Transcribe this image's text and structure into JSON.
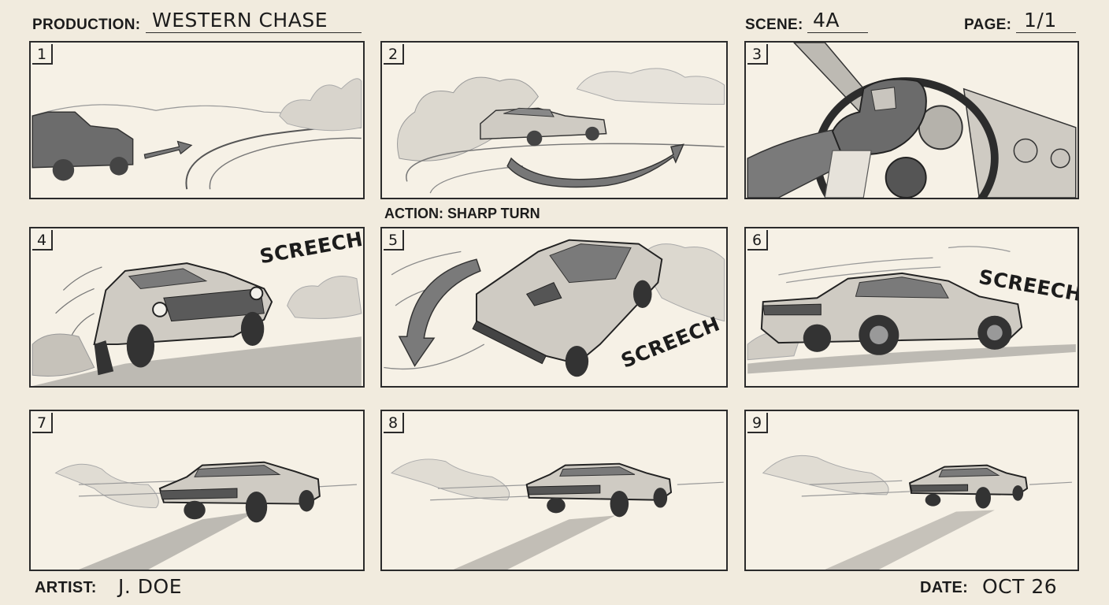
{
  "header": {
    "production_label": "PRODUCTION:",
    "production_value": "WESTERN CHASE",
    "scene_label": "SCENE:",
    "scene_value": "4A",
    "page_label": "PAGE:",
    "page_value": "1/1"
  },
  "action_note": "ACTION: SHARP TURN",
  "panels": [
    {
      "number": "1"
    },
    {
      "number": "2"
    },
    {
      "number": "3"
    },
    {
      "number": "4",
      "sfx": "SCREECH"
    },
    {
      "number": "5",
      "sfx": "SCREECH"
    },
    {
      "number": "6",
      "sfx": "SCREECH"
    },
    {
      "number": "7"
    },
    {
      "number": "8"
    },
    {
      "number": "9"
    }
  ],
  "footer": {
    "artist_label": "ARTIST:",
    "artist_value": "J. DOE",
    "date_label": "DATE:",
    "date_value": "OCT 26"
  }
}
